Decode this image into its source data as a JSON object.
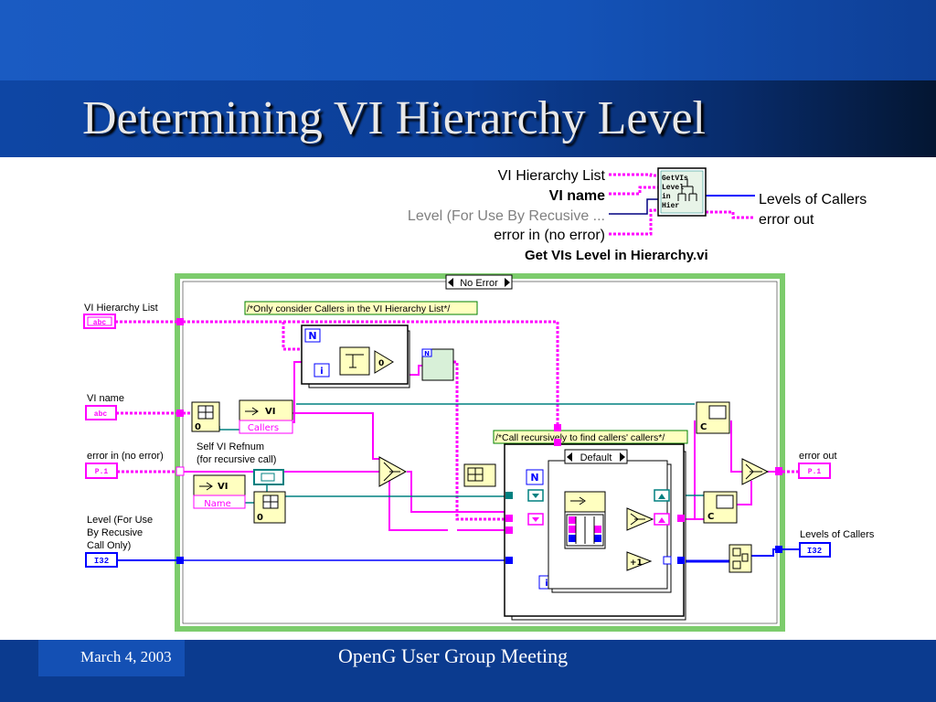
{
  "slide": {
    "title": "Determining VI Hierarchy Level",
    "date": "March 4, 2003",
    "footer_title": "OpenG User Group Meeting"
  },
  "connector": {
    "inputs": [
      "VI Hierarchy List",
      "VI name",
      "Level (For Use By Recusive ...",
      "error in (no error)"
    ],
    "outputs": [
      "Levels of Callers",
      "error out"
    ],
    "icon_text": [
      "GetVIs",
      "Level",
      "in",
      "Hier"
    ],
    "vi_name": "Get VIs Level in Hierarchy.vi"
  },
  "diagram": {
    "case_selector": "No Error",
    "comment_1": "/*Only consider Callers in the VI Hierarchy List*/",
    "comment_2": "/*Call recursively to find callers' callers*/",
    "inner_case_selector": "Default",
    "controls": {
      "hierarchy_list": {
        "label": "VI Hierarchy List",
        "tag": "abc"
      },
      "vi_name": {
        "label": "VI name",
        "tag": "abc"
      },
      "error_in": {
        "label": "error in (no error)",
        "tag": "P.1"
      },
      "level_l1": "Level (For Use",
      "level_l2": "By Recusive",
      "level_l3": "Call Only)",
      "level_tag": "I32"
    },
    "indicators": {
      "error_out": {
        "label": "error out",
        "tag": "P.1"
      },
      "levels": {
        "label": "Levels of Callers",
        "tag": "I32"
      }
    },
    "refnum_l1": "Self VI Refnum",
    "refnum_l2": "(for recursive call)",
    "property_callers": "Callers",
    "property_name": "Name",
    "vi_label": "VI",
    "loop_n": "N",
    "loop_i": "i",
    "zero": "0",
    "plus_one": "+1",
    "const_c": "C"
  },
  "colors": {
    "pink_wire": "#ff00ff",
    "blue_wire": "#0000ff",
    "teal_wire": "#008080",
    "case_border": "#7ccc6c",
    "comment_bg": "#ffffc0",
    "comment_border": "#008000"
  }
}
